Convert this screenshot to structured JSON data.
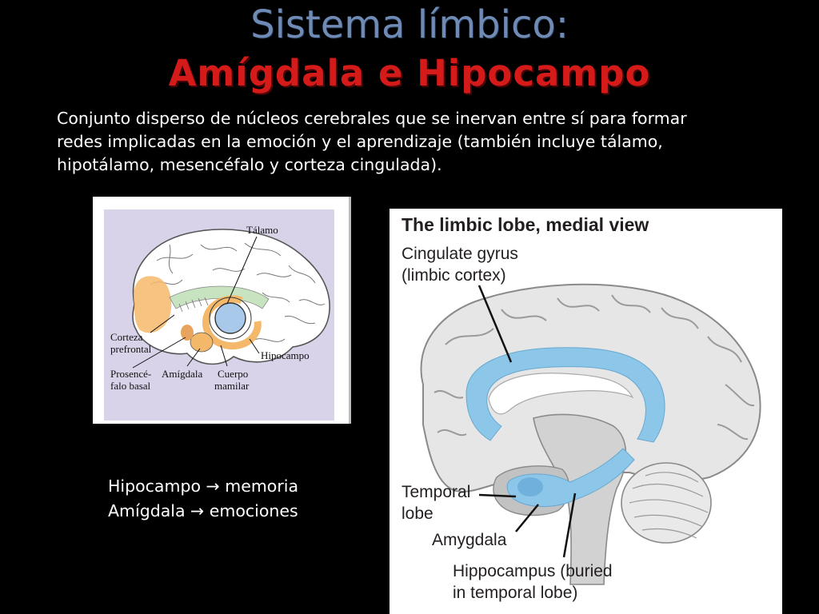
{
  "slide": {
    "title_line1": "Sistema límbico:",
    "title_line2": "Amígdala e Hipocampo",
    "description_lines": [
      "Conjunto disperso de núcleos cerebrales que se inervan entre sí para formar",
      "redes implicadas en la emoción y el aprendizaje (también incluye tálamo,",
      "hipotálamo, mesencéfalo y corteza cingulada)."
    ],
    "summary": [
      "Hipocampo → memoria",
      "Amígdala → emociones"
    ],
    "colors": {
      "title1": "#6f8bb5",
      "title2": "#d51a1a",
      "limbic_blue": "#8cc6e8",
      "amygdala_orange": "#f4b86a",
      "thalamus_blue": "#a9c9ea"
    }
  },
  "left_figure": {
    "labels": {
      "talamo": "Tálamo",
      "corteza1": "Corteza",
      "corteza2": "prefrontal",
      "hipocampo": "Hipocampo",
      "prosen1": "Prosencé-",
      "prosen2": "falo basal",
      "amigdala": "Amígdala",
      "cuerpo1": "Cuerpo",
      "cuerpo2": "mamilar"
    }
  },
  "right_figure": {
    "heading": "The limbic lobe, medial view",
    "labels": {
      "cingulate1": "Cingulate gyrus",
      "cingulate2": "(limbic cortex)",
      "temporal1": "Temporal",
      "temporal2": "lobe",
      "amygdala": "Amygdala",
      "hippo1": "Hippocampus (buried",
      "hippo2": "in temporal lobe)"
    }
  }
}
